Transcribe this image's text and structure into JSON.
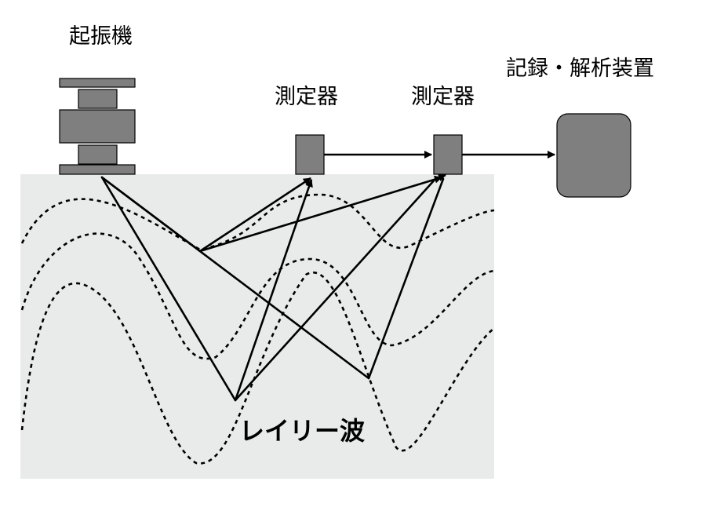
{
  "labels": {
    "vibrator": "起振機",
    "sensor_1": "測定器",
    "sensor_2": "測定器",
    "recorder": "記録・解析装置",
    "wave": "レイリー波"
  },
  "colors": {
    "ground": "#e9eaea",
    "device_fill": "#7f7f7f",
    "stroke": "#000000"
  }
}
